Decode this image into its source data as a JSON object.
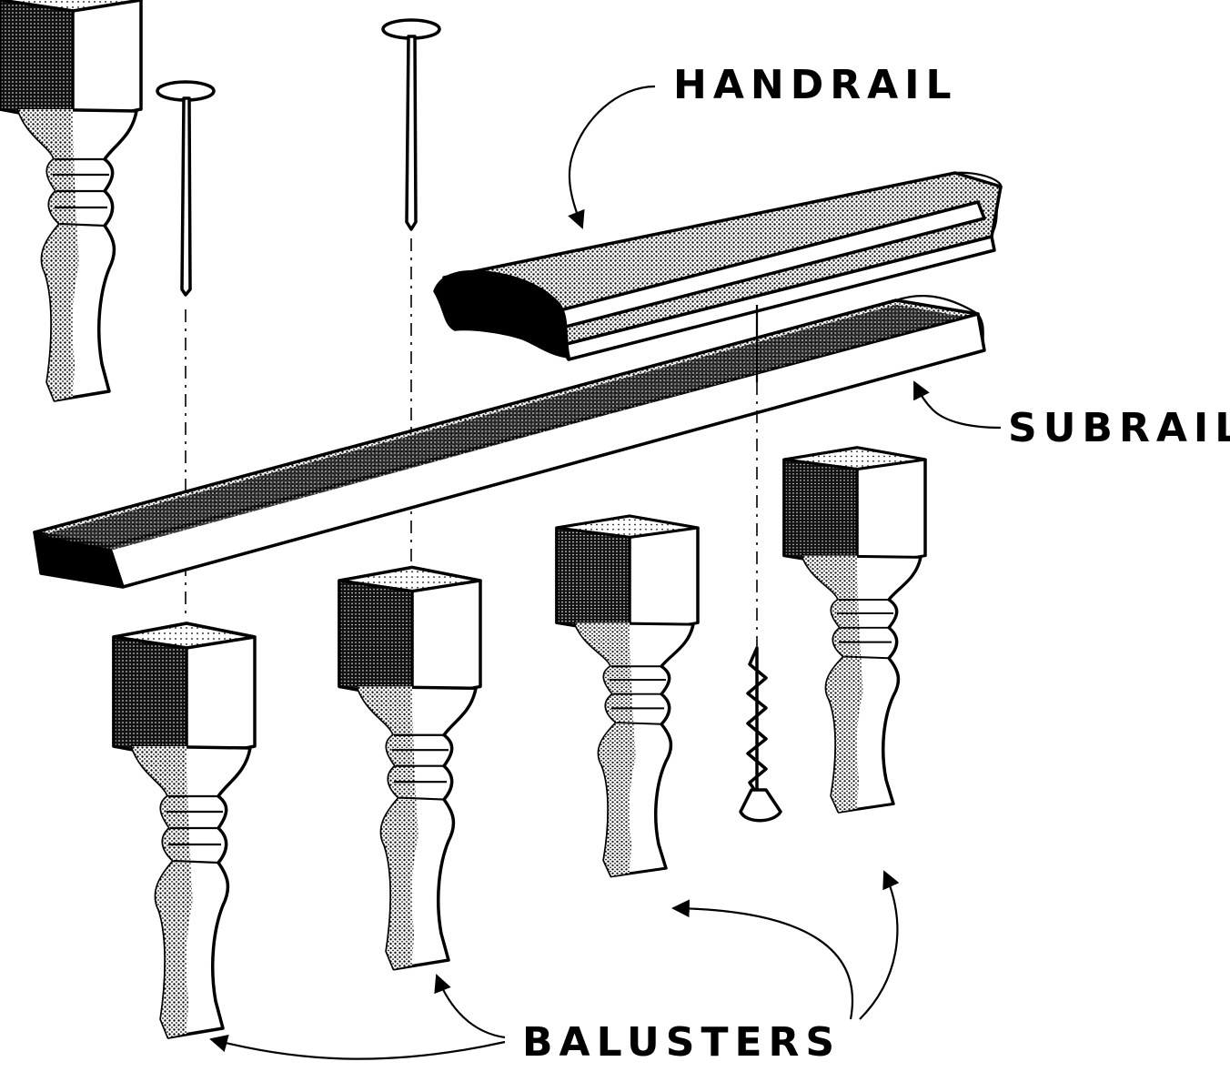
{
  "labels": {
    "handrail": "HANDRAIL",
    "subrail": "SUBRAIL",
    "balusters": "BALUSTERS"
  },
  "colors": {
    "ink": "#000000",
    "paper": "#ffffff"
  }
}
